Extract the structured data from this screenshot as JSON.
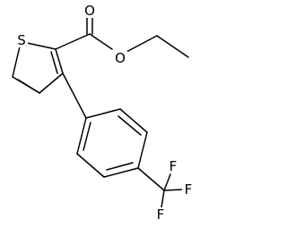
{
  "molecule": {
    "atoms": {
      "sulfur": "S",
      "carbonyl_oxygen": "O",
      "ester_oxygen": "O",
      "fluorine_top": "F",
      "fluorine_right": "F",
      "fluorine_bottom": "F"
    }
  }
}
